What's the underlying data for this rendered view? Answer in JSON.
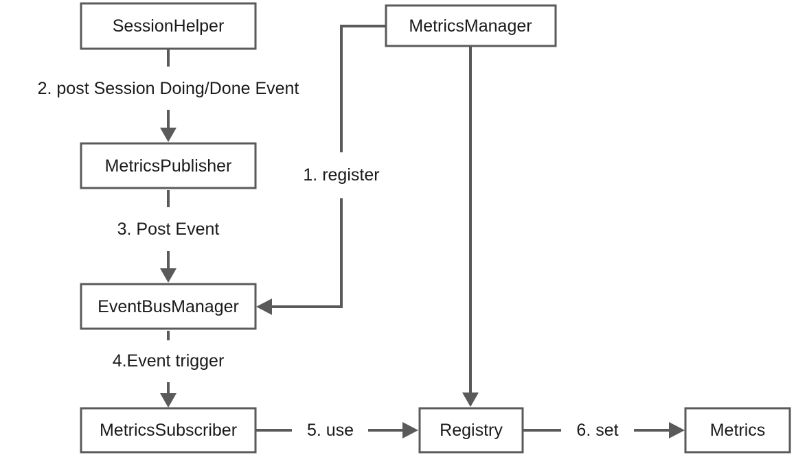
{
  "nodes": {
    "session_helper": "SessionHelper",
    "metrics_manager": "MetricsManager",
    "metrics_publisher": "MetricsPublisher",
    "event_bus_manager": "EventBusManager",
    "metrics_subscriber": "MetricsSubscriber",
    "registry": "Registry",
    "metrics": "Metrics"
  },
  "edges": {
    "register": "1. register",
    "post_session_event": "2. post Session Doing/Done Event",
    "post_event": "3. Post Event",
    "event_trigger": "4.Event trigger",
    "use": "5. use",
    "set": "6. set"
  },
  "colors": {
    "stroke": "#5a5a5a",
    "text": "#1a1a1a",
    "background": "#ffffff"
  }
}
